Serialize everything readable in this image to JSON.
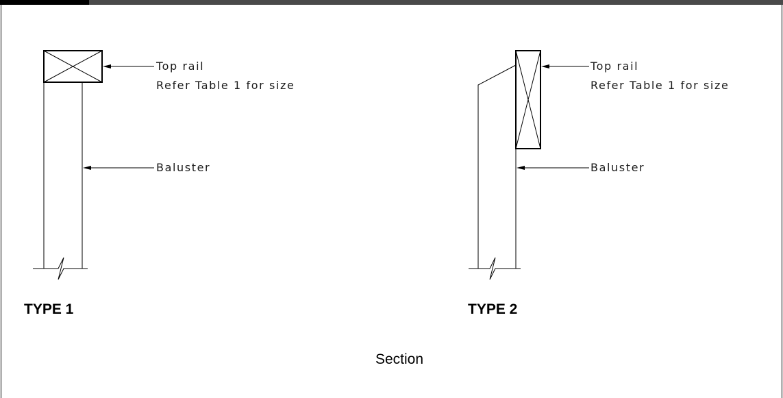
{
  "colors": {
    "header_bar": "#4a4a4a",
    "header_accent": "#000000",
    "border": "#000000",
    "line": "#000000"
  },
  "diagram": {
    "type1": {
      "title": "TYPE 1",
      "top_rail_label_line1": "Top rail",
      "top_rail_label_line2": "Refer Table 1 for size",
      "baluster_label": "Baluster"
    },
    "type2": {
      "title": "TYPE 2",
      "top_rail_label_line1": "Top rail",
      "top_rail_label_line2": "Refer Table 1 for size",
      "baluster_label": "Baluster"
    },
    "caption": "Section"
  }
}
